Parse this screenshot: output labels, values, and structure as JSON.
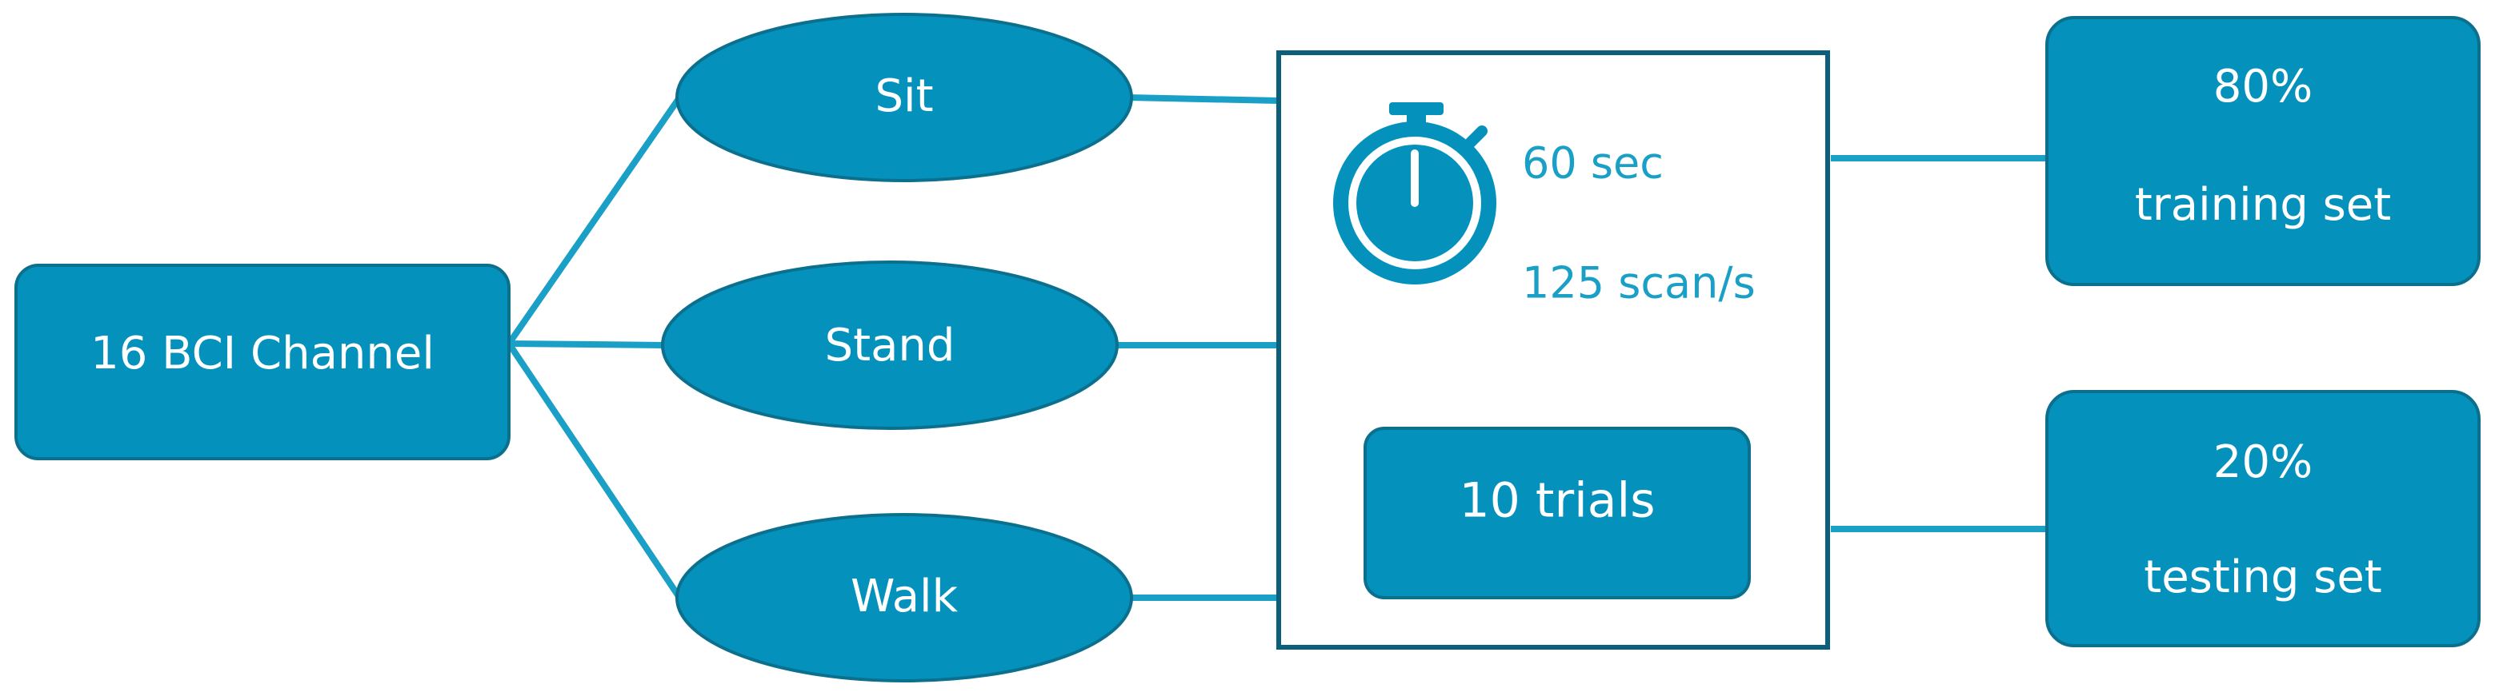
{
  "colors": {
    "node_fill": "#0492bc",
    "node_stroke": "#0b6f8e",
    "connector": "#1a9fc6",
    "panel_border": "#0b5f7a",
    "panel_text": "#1a9fc6",
    "node_text": "#ffffff"
  },
  "nodes": {
    "source": "16 BCI Channel",
    "sit": "Sit",
    "stand": "Stand",
    "walk": "Walk",
    "training_percent": "80%",
    "training_label": "training set",
    "testing_percent": "20%",
    "testing_label": "testing set"
  },
  "panel": {
    "icon": "stopwatch-icon",
    "duration": "60 sec",
    "rate": "125 scan/s",
    "trials": "10 trials"
  }
}
